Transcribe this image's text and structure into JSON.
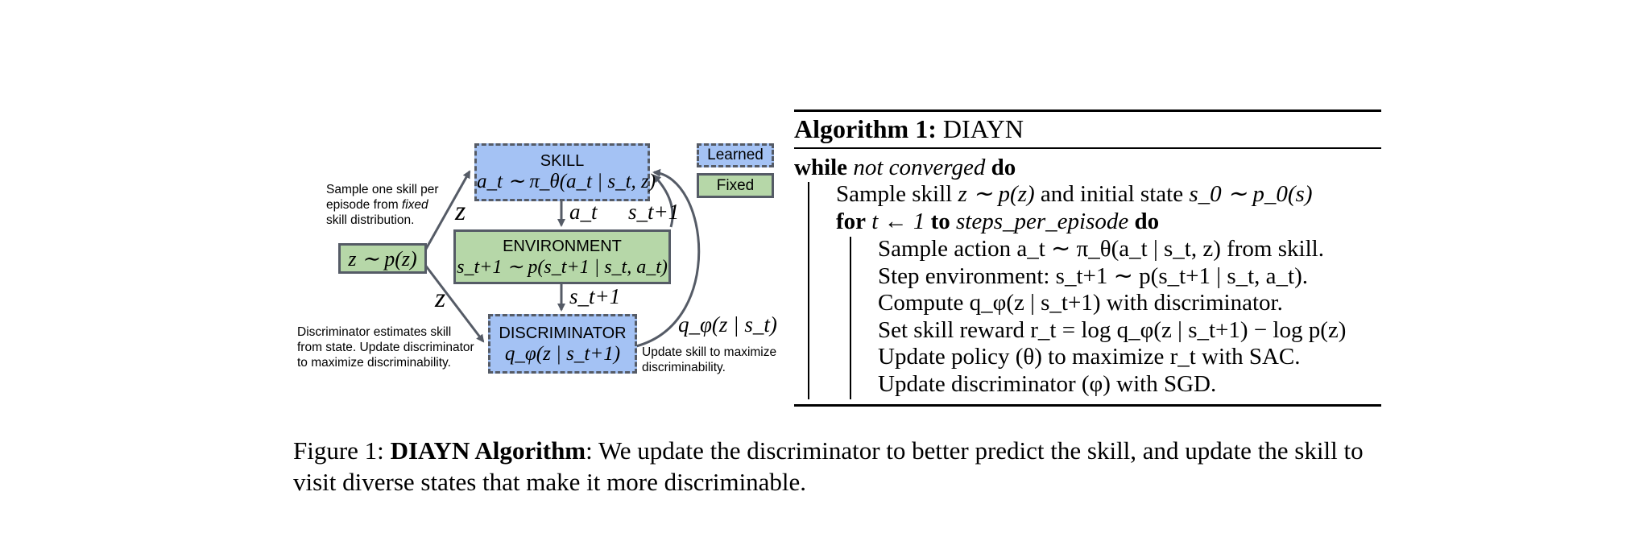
{
  "diagram": {
    "skill_box": {
      "title": "SKILL",
      "formula": "a_t ∼ π_θ(a_t | s_t, z)"
    },
    "environment_box": {
      "title": "ENVIRONMENT",
      "formula": "s_t+1 ∼ p(s_t+1 | s_t, a_t)"
    },
    "discriminator_box": {
      "title": "DISCRIMINATOR",
      "formula": "q_φ(z | s_t+1)"
    },
    "prior_box": {
      "formula": "z ∼ p(z)"
    },
    "legend": {
      "learned": "Learned",
      "fixed": "Fixed"
    },
    "edge_labels": {
      "z_top": "z",
      "z_bottom": "z",
      "a_t": "a_t",
      "s_t1_right": "s_t+1",
      "s_t1_down": "s_t+1",
      "q_label": "q_φ(z | s_t)"
    },
    "notes": {
      "sample_skill": [
        "Sample one skill per",
        "episode from",
        "fixed",
        "skill distribution."
      ],
      "discriminator": [
        "Discriminator estimates skill",
        "from state. Update discriminator",
        "to maximize discriminability."
      ],
      "update_skill": [
        "Update skill to maximize",
        "discriminability."
      ]
    },
    "colors": {
      "learned": "#a4c2f4",
      "fixed": "#b6d7a8",
      "border": "#555b66",
      "arrow": "#555b66"
    }
  },
  "algorithm": {
    "header_bold": "Algorithm 1:",
    "header_name": "DIAYN",
    "while_kw": "while",
    "while_cond": "not converged",
    "do_kw": "do",
    "sample_skill": {
      "a": "Sample skill",
      "b": "z ∼ p(z)",
      "c": "and initial state",
      "d": "s_0 ∼ p_0(s)"
    },
    "for_line": {
      "for_kw": "for",
      "a": "t ← 1",
      "to_kw": "to",
      "b": "steps_per_episode",
      "do_kw": "do"
    },
    "steps": [
      "Sample action a_t ∼ π_θ(a_t | s_t, z) from skill.",
      "Step environment: s_t+1 ∼ p(s_t+1 | s_t, a_t).",
      "Compute q_φ(z | s_t+1) with discriminator.",
      "Set skill reward r_t = log q_φ(z | s_t+1) − log p(z)",
      "Update policy (θ) to maximize r_t with SAC.",
      "Update discriminator (φ) with SGD."
    ]
  },
  "caption": {
    "prefix": "Figure 1:",
    "bold": "DIAYN Algorithm",
    "text": ": We update the discriminator to better predict the skill, and update the skill to visit diverse states that make it more discriminable."
  }
}
